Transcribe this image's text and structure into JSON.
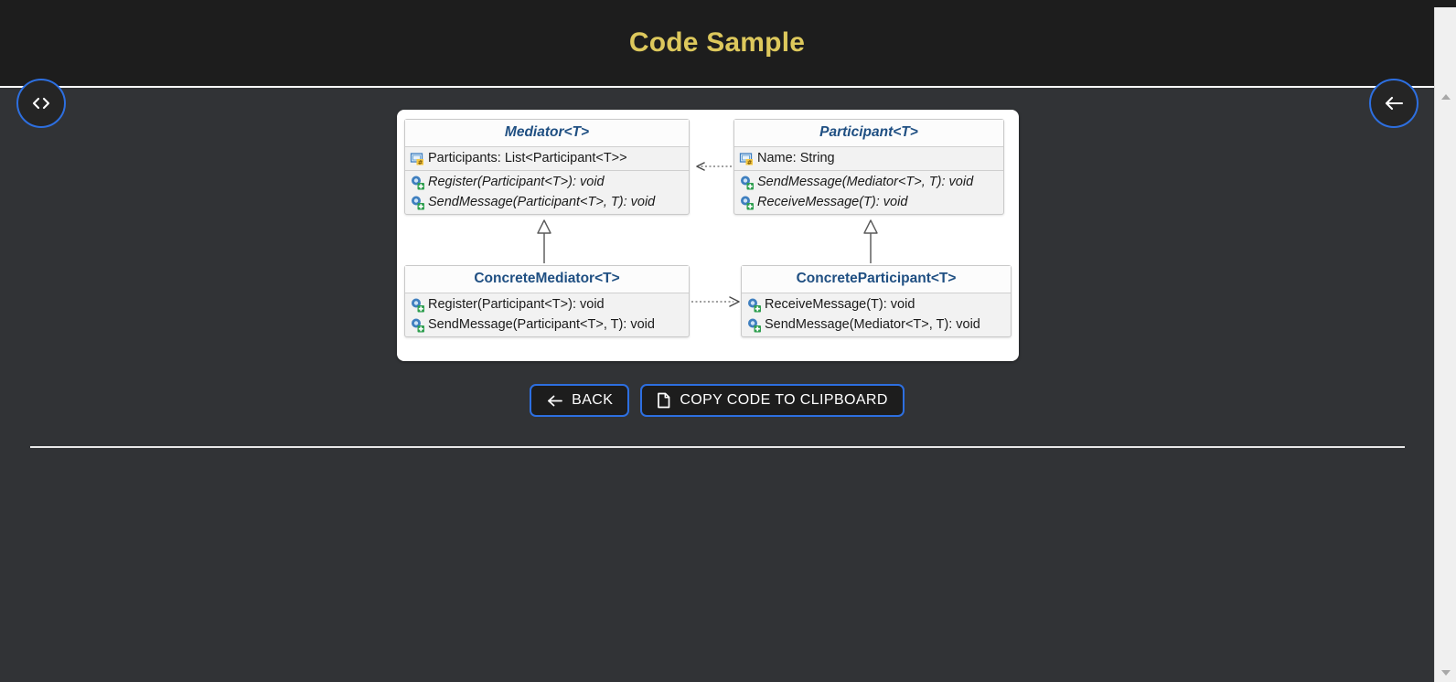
{
  "header": {
    "title": "Code Sample",
    "title_color": "#ddc85c",
    "background": "#1d1d1d"
  },
  "fab_left": {
    "icon": "code-brackets-icon",
    "label": "<>"
  },
  "fab_right": {
    "icon": "arrow-left-icon",
    "label": "←"
  },
  "theme": {
    "accent_blue": "#2d6fe0",
    "page_background": "#313336",
    "class_title_color": "#1f4f82"
  },
  "diagram": {
    "type": "uml-class-diagram",
    "pattern": "Mediator",
    "classes": [
      {
        "id": "mediator",
        "name": "Mediator<T>",
        "abstract": true,
        "properties": [
          {
            "icon": "property-icon",
            "text": "Participants: List<Participant<T>>"
          }
        ],
        "methods": [
          {
            "icon": "method-icon",
            "text": "Register(Participant<T>): void",
            "abstract": true
          },
          {
            "icon": "method-icon",
            "text": "SendMessage(Participant<T>, T): void",
            "abstract": true
          }
        ]
      },
      {
        "id": "participant",
        "name": "Participant<T>",
        "abstract": true,
        "properties": [
          {
            "icon": "property-icon",
            "text": "Name: String"
          }
        ],
        "methods": [
          {
            "icon": "method-icon",
            "text": "SendMessage(Mediator<T>, T): void",
            "abstract": true
          },
          {
            "icon": "method-icon",
            "text": "ReceiveMessage(T): void",
            "abstract": true
          }
        ]
      },
      {
        "id": "concrete-mediator",
        "name": "ConcreteMediator<T>",
        "abstract": false,
        "properties": [],
        "methods": [
          {
            "icon": "method-icon",
            "text": "Register(Participant<T>): void",
            "abstract": false
          },
          {
            "icon": "method-icon",
            "text": "SendMessage(Participant<T>, T): void",
            "abstract": false
          }
        ]
      },
      {
        "id": "concrete-participant",
        "name": "ConcreteParticipant<T>",
        "abstract": false,
        "properties": [],
        "methods": [
          {
            "icon": "method-icon",
            "text": "ReceiveMessage(T): void",
            "abstract": false
          },
          {
            "icon": "method-icon",
            "text": "SendMessage(Mediator<T>, T): void",
            "abstract": false
          }
        ]
      }
    ],
    "relations": [
      {
        "from": "participant",
        "to": "mediator",
        "style": "dashed",
        "arrow": "open",
        "kind": "dependency"
      },
      {
        "from": "concrete-mediator",
        "to": "concrete-participant",
        "style": "dashed",
        "arrow": "open",
        "kind": "dependency"
      },
      {
        "from": "concrete-mediator",
        "to": "mediator",
        "style": "solid",
        "arrow": "hollow-triangle",
        "kind": "inheritance"
      },
      {
        "from": "concrete-participant",
        "to": "participant",
        "style": "solid",
        "arrow": "hollow-triangle",
        "kind": "inheritance"
      }
    ]
  },
  "actions": {
    "back": {
      "label": "BACK",
      "icon": "arrow-left-icon"
    },
    "copy": {
      "label": "COPY CODE TO CLIPBOARD",
      "icon": "file-copy-icon"
    }
  },
  "scrollbar": {
    "up": "▲",
    "down": "▼"
  }
}
